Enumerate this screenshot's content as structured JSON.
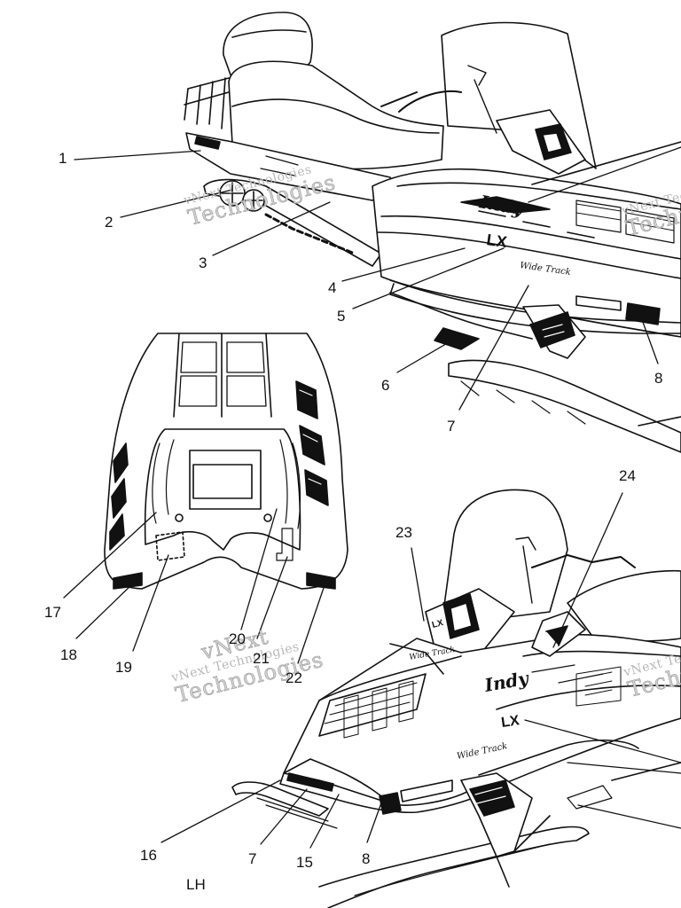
{
  "callouts": {
    "c1": "1",
    "c2": "2",
    "c3": "3",
    "c4": "4",
    "c5": "5",
    "c6": "6",
    "c7": "7",
    "c8": "8",
    "c15": "15",
    "c16": "16",
    "c17": "17",
    "c18": "18",
    "c19": "19",
    "c20": "20",
    "c21": "21",
    "c22": "22",
    "c23": "23",
    "c24": "24",
    "c7b": "7",
    "c8b": "8"
  },
  "view_label": "LH",
  "decals": {
    "model": "LX",
    "brand": "Indy",
    "widetrack": "Wide Track"
  },
  "watermarks": [
    {
      "line1": "vNext Technologies",
      "line2": "Technologies"
    },
    {
      "line1": "vNext",
      "line2": "vNext Technologies",
      "line3": "Technologies"
    },
    {
      "line1": "vNext Technologies",
      "line2": "Technologies"
    },
    {
      "line1": "vNext Technologies",
      "line2": "Technologies"
    }
  ],
  "colors": {
    "ink": "#111111",
    "watermark": "#b8b8b8",
    "background": "#ffffff"
  }
}
